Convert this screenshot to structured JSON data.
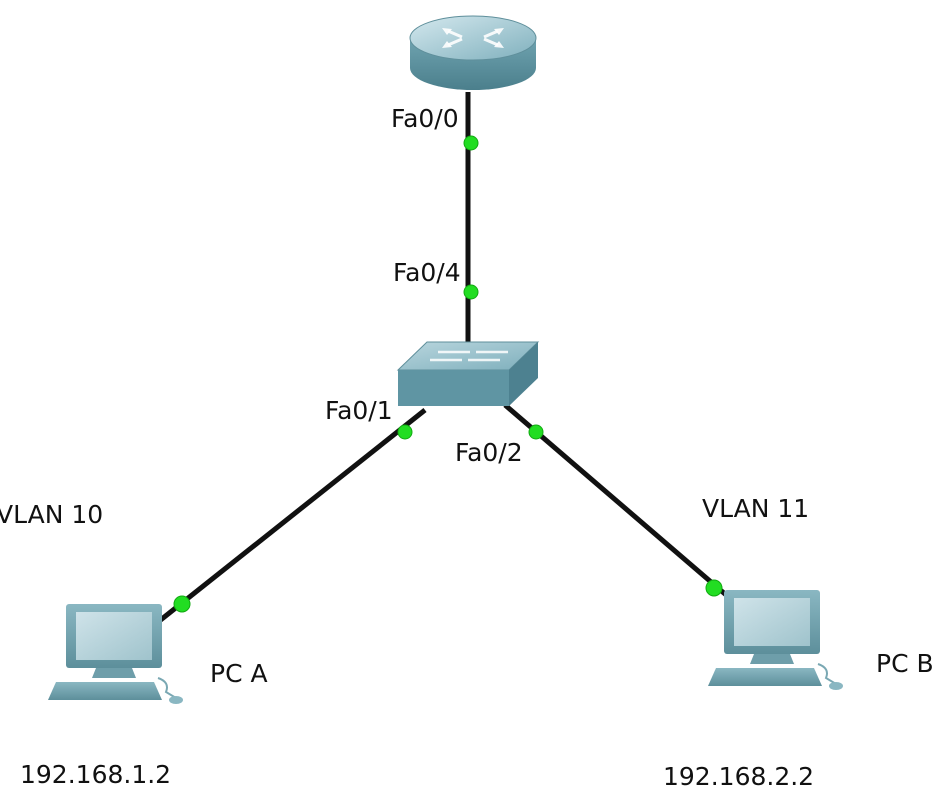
{
  "devices": {
    "router": {
      "icon": "router-icon"
    },
    "switch": {
      "icon": "switch-icon"
    },
    "pc_a": {
      "icon": "pc-icon",
      "name": "PC A",
      "ip": "192.168.1.2",
      "vlan": "VLAN 10"
    },
    "pc_b": {
      "icon": "pc-icon",
      "name": "PC B",
      "ip": "192.168.2.2",
      "vlan": "VLAN 11"
    }
  },
  "ports": {
    "router_fa00": "Fa0/0",
    "switch_fa04": "Fa0/4",
    "switch_fa01": "Fa0/1",
    "switch_fa02": "Fa0/2"
  },
  "colors": {
    "link": "#111111",
    "port_up": "#22dd22",
    "device_body": "#5f9aa8",
    "device_light": "#a9ccd5"
  }
}
